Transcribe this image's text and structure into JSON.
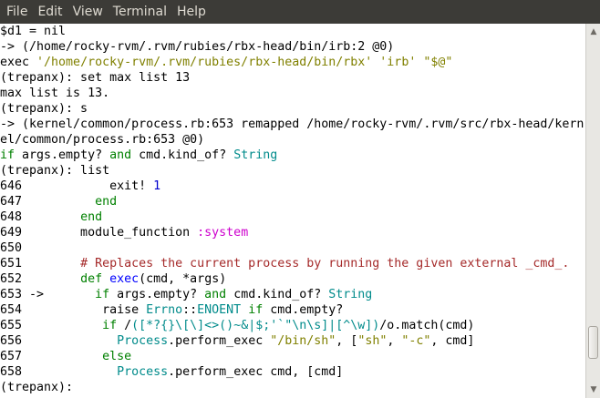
{
  "menu": {
    "items": [
      "File",
      "Edit",
      "View",
      "Terminal",
      "Help"
    ]
  },
  "colors": {
    "string": "#808000",
    "keyword": "#008000",
    "constant": "#008b8b",
    "symbol": "#cd00cd",
    "number": "#0000cd",
    "comment": "#a52a2a",
    "regex": "#008b8b",
    "method": "#0000ff"
  },
  "terminal": {
    "lines": [
      [
        [
          "$d1 = nil",
          ""
        ]
      ],
      [
        [
          "-> (/home/rocky-rvm/.rvm/rubies/rbx-head/bin/irb:2 @0)",
          ""
        ]
      ],
      [
        [
          "exec ",
          ""
        ],
        [
          "'/home/rocky-rvm/.rvm/rubies/rbx-head/bin/rbx'",
          "string"
        ],
        [
          " ",
          ""
        ],
        [
          "'irb'",
          "string"
        ],
        [
          " ",
          ""
        ],
        [
          "\"$@\"",
          "string"
        ]
      ],
      [
        [
          "(trepanx): set max list 13",
          ""
        ]
      ],
      [
        [
          "max list is 13.",
          ""
        ]
      ],
      [
        [
          "(trepanx): s",
          ""
        ]
      ],
      [
        [
          "-> (kernel/common/process.rb:653 remapped /home/rocky-rvm/.rvm/src/rbx-head/kern",
          ""
        ]
      ],
      [
        [
          "el/common/process.rb:653 @0)",
          ""
        ]
      ],
      [
        [
          "if",
          "keyword"
        ],
        [
          " args.empty? ",
          ""
        ],
        [
          "and",
          "keyword"
        ],
        [
          " cmd.kind_of? ",
          ""
        ],
        [
          "String",
          "constant"
        ]
      ],
      [
        [
          "(trepanx): list",
          ""
        ]
      ],
      [
        [
          "646            exit! ",
          ""
        ],
        [
          "1",
          "number"
        ]
      ],
      [
        [
          "647          ",
          ""
        ],
        [
          "end",
          "keyword"
        ]
      ],
      [
        [
          "648        ",
          ""
        ],
        [
          "end",
          "keyword"
        ]
      ],
      [
        [
          "649        module_function ",
          ""
        ],
        [
          ":system",
          "symbol"
        ]
      ],
      [
        [
          "650",
          ""
        ]
      ],
      [
        [
          "651        ",
          ""
        ],
        [
          "# Replaces the current process by running the given external _cmd_.",
          "comment"
        ]
      ],
      [
        [
          "652        ",
          ""
        ],
        [
          "def",
          "keyword"
        ],
        [
          " ",
          ""
        ],
        [
          "exec",
          "method"
        ],
        [
          "(cmd, *args)",
          ""
        ]
      ],
      [
        [
          "653 ->       ",
          ""
        ],
        [
          "if",
          "keyword"
        ],
        [
          " args.empty? ",
          ""
        ],
        [
          "and",
          "keyword"
        ],
        [
          " cmd.kind_of? ",
          ""
        ],
        [
          "String",
          "constant"
        ]
      ],
      [
        [
          "654           raise ",
          ""
        ],
        [
          "Errno",
          "constant"
        ],
        [
          "::",
          ""
        ],
        [
          "ENOENT",
          "constant"
        ],
        [
          " ",
          ""
        ],
        [
          "if",
          "keyword"
        ],
        [
          " cmd.empty?",
          ""
        ]
      ],
      [
        [
          "655           ",
          ""
        ],
        [
          "if",
          "keyword"
        ],
        [
          " /",
          ""
        ],
        [
          "([*?{}\\[\\]<>()~&|$;'`\"\\n\\s]|[^\\w])",
          "regex"
        ],
        [
          "/o.match(cmd)",
          ""
        ]
      ],
      [
        [
          "656             ",
          ""
        ],
        [
          "Process",
          "constant"
        ],
        [
          ".perform_exec ",
          ""
        ],
        [
          "\"/bin/sh\"",
          "string"
        ],
        [
          ", [",
          ""
        ],
        [
          "\"sh\"",
          "string"
        ],
        [
          ", ",
          ""
        ],
        [
          "\"-c\"",
          "string"
        ],
        [
          ", cmd]",
          ""
        ]
      ],
      [
        [
          "657           ",
          ""
        ],
        [
          "else",
          "keyword"
        ]
      ],
      [
        [
          "658             ",
          ""
        ],
        [
          "Process",
          "constant"
        ],
        [
          ".perform_exec cmd, [cmd]",
          ""
        ]
      ],
      [
        [
          "(trepanx):",
          ""
        ]
      ]
    ]
  },
  "scrollbar": {
    "position": 0.92,
    "up_icon": "arrow-up-icon",
    "down_icon": "arrow-down-icon"
  }
}
